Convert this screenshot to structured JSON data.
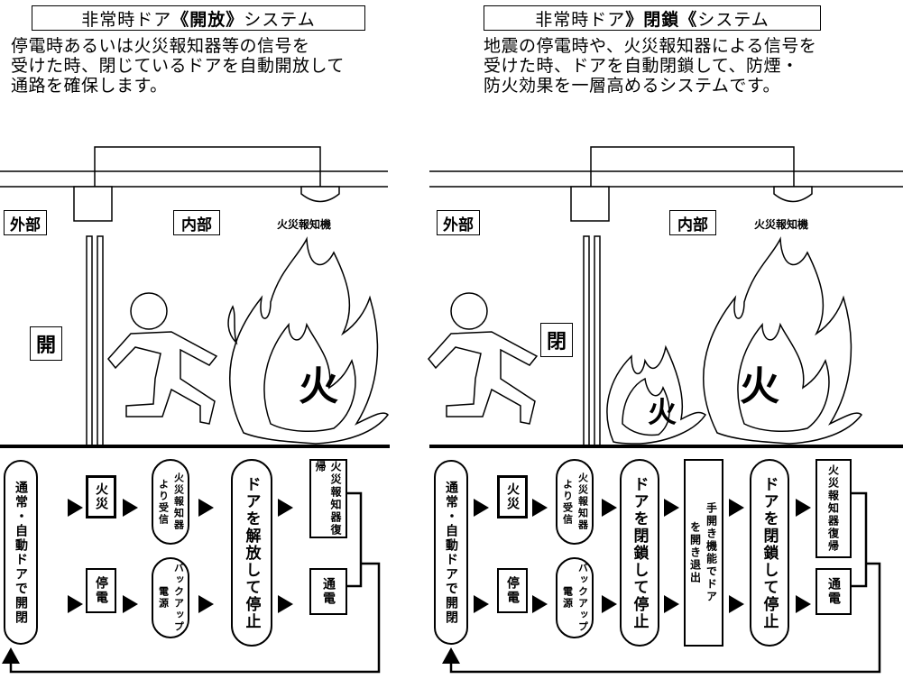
{
  "left": {
    "title_pre": "非常時ドア",
    "title_mark": "《開放》",
    "title_post": "システム",
    "desc": [
      "停電時あるいは火災報知器等の信号を",
      "受けた時、閉じているドアを自動開放して",
      "通路を確保します。"
    ],
    "outside": "外部",
    "inside": "内部",
    "detector": "火災報知機",
    "door_state": "開",
    "fire": "火",
    "flow": {
      "start": "通常・自動ドアで開閉",
      "fire": "火災",
      "receive": [
        "火災報知器",
        "より受信"
      ],
      "action": "ドアを解放して停止",
      "restore": "火災報知器復帰",
      "outage": "停電",
      "backup": [
        "バックアップ",
        "電源"
      ],
      "power": "通電"
    }
  },
  "right": {
    "title_pre": "非常時ドア",
    "title_mark": "》閉鎖《",
    "title_post": "システム",
    "desc": [
      "地震の停電時や、火災報知器による信号を",
      "受けた時、ドアを自動閉鎖して、防煙・",
      "防火効果を一層高めるシステムです。"
    ],
    "outside": "外部",
    "inside": "内部",
    "detector": "火災報知機",
    "door_state": "閉",
    "fire": "火",
    "fire_small": "火",
    "flow": {
      "start": "通常・自動ドアで開閉",
      "fire": "火災",
      "receive": [
        "火災報知器",
        "より受信"
      ],
      "action1": "ドアを閉鎖して停止",
      "manual": [
        "手開き機能でドア",
        "を開き退出"
      ],
      "action2": "ドアを閉鎖して停止",
      "restore": "火災報知器復帰",
      "outage": "停電",
      "backup": [
        "バックアップ",
        "電源"
      ],
      "power": "通電"
    }
  }
}
